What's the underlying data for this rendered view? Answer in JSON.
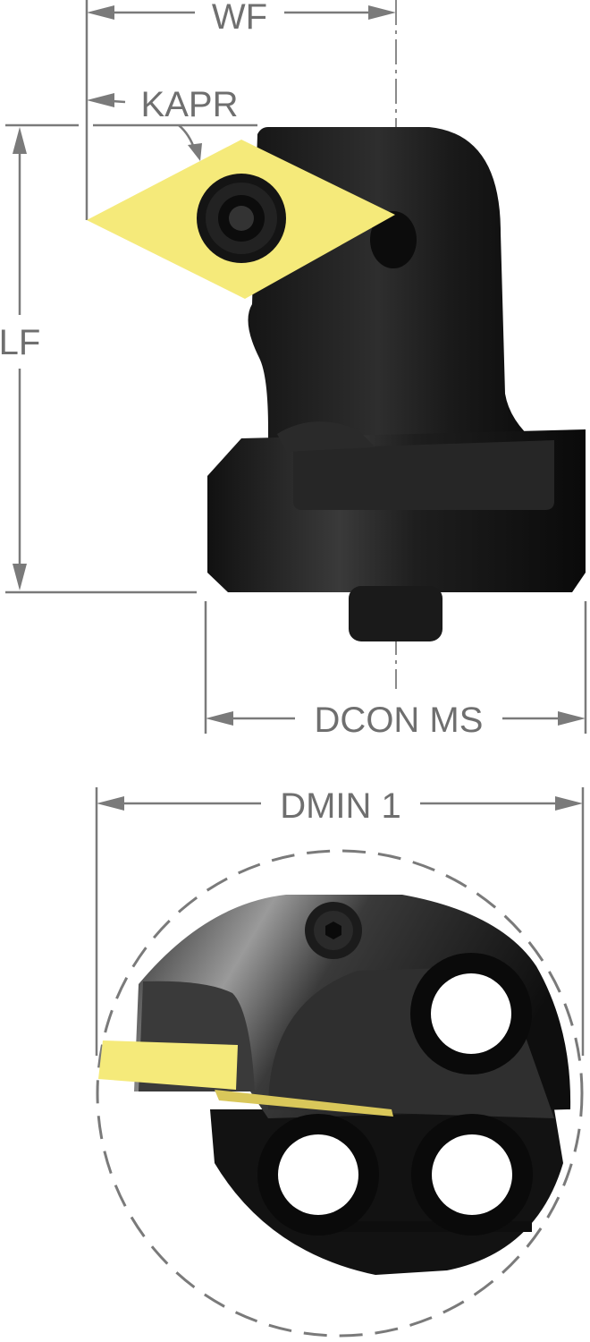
{
  "labels": {
    "wf": "WF",
    "kapr": "KAPR",
    "lf": "LF",
    "dcon_ms": "DCON MS",
    "dmin_1": "DMIN 1"
  },
  "colors": {
    "insert": "#f5ea7a",
    "body": "#1c1c1c",
    "dimension": "#7a7a7a"
  }
}
